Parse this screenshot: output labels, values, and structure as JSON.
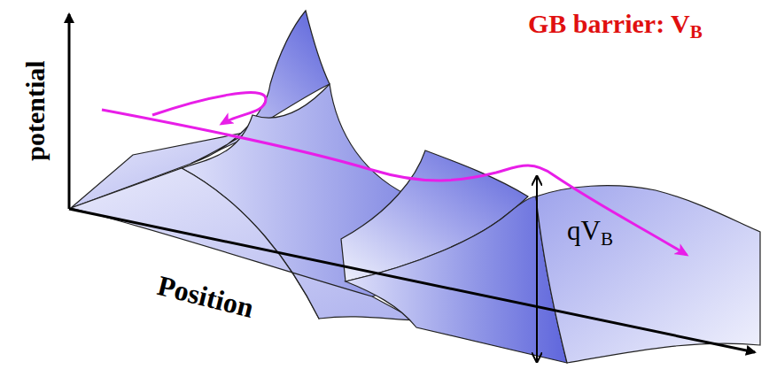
{
  "diagram": {
    "labels": [
      "potential",
      "Position",
      "GB barrier: V",
      "B",
      "qV",
      "B"
    ]
  }
}
